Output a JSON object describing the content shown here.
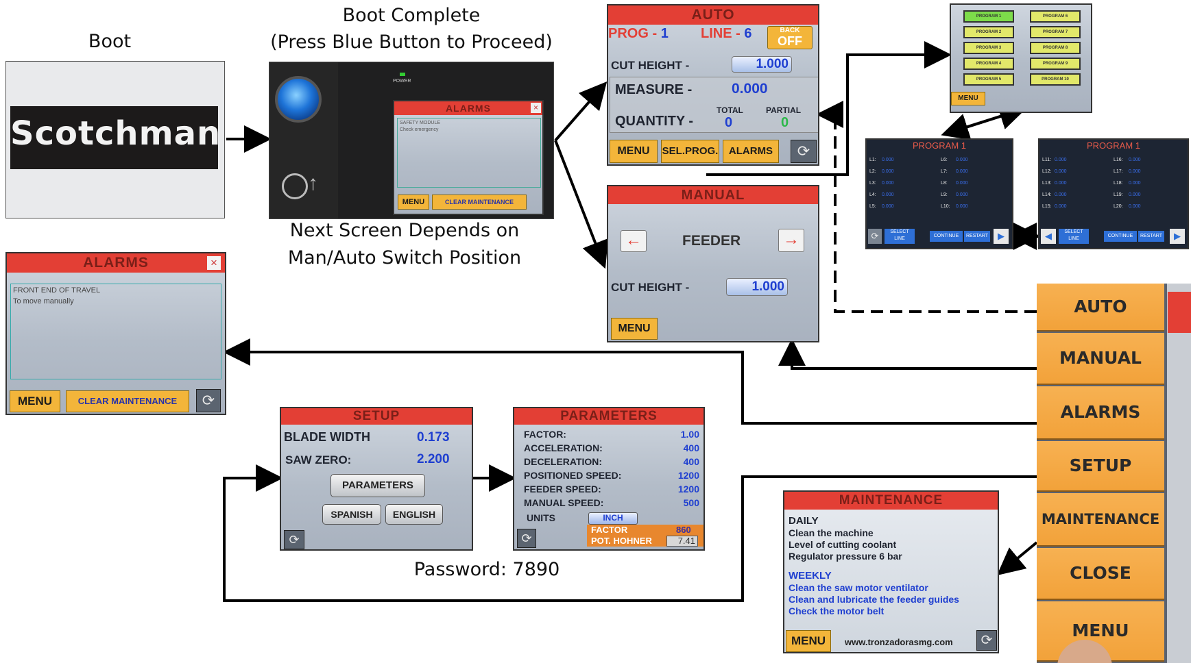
{
  "captions": {
    "boot": "Boot",
    "boot_complete_1": "Boot Complete",
    "boot_complete_2": "(Press Blue Button to Proceed)",
    "next_1": "Next Screen Depends on",
    "next_2": "Man/Auto Switch Position",
    "password": "Password: 7890"
  },
  "boot_screen": {
    "logo": "Scotchman"
  },
  "boot_complete": {
    "power": "POWER",
    "alarm_title": "ALARMS",
    "alarm_line1": "SAFETY MODULE",
    "alarm_line2": "Check emergency",
    "menu": "MENU",
    "clear": "CLEAR MAINTENANCE"
  },
  "auto": {
    "title": "AUTO",
    "prog_label": "PROG -",
    "prog_value": "1",
    "line_label": "LINE -",
    "line_value": "6",
    "back": "BACK",
    "off": "OFF",
    "cut_height": "CUT HEIGHT  -",
    "cut_value": "1.000",
    "measure": "MEASURE   -",
    "measure_value": "0.000",
    "quantity": "QUANTITY  -",
    "total": "TOTAL",
    "partial": "PARTIAL",
    "total_value": "0",
    "partial_value": "0",
    "menu": "MENU",
    "sel_prog": "SEL.PROG.",
    "alarms": "ALARMS"
  },
  "manual": {
    "title": "MANUAL",
    "feeder": "FEEDER",
    "cut_height": "CUT HEIGHT  -",
    "cut_value": "1.000",
    "menu": "MENU"
  },
  "program_select": {
    "left": [
      "PROGRAM 1",
      "PROGRAM 2",
      "PROGRAM 3",
      "PROGRAM 4",
      "PROGRAM 5"
    ],
    "right": [
      "PROGRAM 6",
      "PROGRAM 7",
      "PROGRAM 8",
      "PROGRAM 9",
      "PROGRAM 10"
    ],
    "menu": "MENU"
  },
  "program_a": {
    "title": "PROGRAM 1",
    "left": [
      "L1:",
      "L2:",
      "L3:",
      "L4:",
      "L5:"
    ],
    "right": [
      "L6:",
      "L7:",
      "L8:",
      "L9:",
      "L10:"
    ],
    "value": "0.000",
    "select": "SELECT",
    "line": "LINE",
    "continue": "CONTINUE",
    "restart": "RESTART"
  },
  "program_b": {
    "title": "PROGRAM 1",
    "left": [
      "L11:",
      "L12:",
      "L13:",
      "L14:",
      "L15:"
    ],
    "right": [
      "L16:",
      "L17:",
      "L18:",
      "L19:",
      "L20:"
    ],
    "value": "0.000",
    "select": "SELECT",
    "line": "LINE",
    "continue": "CONTINUE",
    "restart": "RESTART"
  },
  "menu_panel": {
    "items": [
      "AUTO",
      "MANUAL",
      "ALARMS",
      "SETUP",
      "MAINTENANCE",
      "CLOSE",
      "MENU"
    ]
  },
  "alarms": {
    "title": "ALARMS",
    "line1": "FRONT END OF TRAVEL",
    "line2": "To move manually",
    "menu": "MENU",
    "clear": "CLEAR MAINTENANCE"
  },
  "setup": {
    "title": "SETUP",
    "blade_width": "BLADE WIDTH",
    "blade_value": "0.173",
    "saw_zero": "SAW ZERO:",
    "saw_value": "2.200",
    "parameters": "PARAMETERS",
    "spanish": "SPANISH",
    "english": "ENGLISH"
  },
  "parameters": {
    "title": "PARAMETERS",
    "rows": [
      {
        "label": "FACTOR:",
        "value": "1.00"
      },
      {
        "label": "ACCELERATION:",
        "value": "400"
      },
      {
        "label": "DECELERATION:",
        "value": "400"
      },
      {
        "label": "POSITIONED SPEED:",
        "value": "1200"
      },
      {
        "label": "FEEDER SPEED:",
        "value": "1200"
      },
      {
        "label": "MANUAL SPEED:",
        "value": "500"
      }
    ],
    "units": "UNITS",
    "units_value": "INCH",
    "factor": "FACTOR",
    "factor_value": "860",
    "pot": "POT. HOHNER",
    "pot_value": "7.41"
  },
  "maintenance": {
    "title": "MAINTENANCE",
    "daily": "DAILY",
    "daily_items": [
      "Clean the machine",
      "Level of cutting coolant",
      "Regulator pressure 6 bar"
    ],
    "weekly": "WEEKLY",
    "weekly_items": [
      "Clean the saw motor ventilator",
      "Clean and lubricate the feeder guides",
      "Check the motor belt"
    ],
    "menu": "MENU",
    "website": "www.tronzadorasmg.com"
  },
  "colors": {
    "header_red": "#e33f35",
    "button_yellow": "#f3b53a",
    "value_blue": "#1f3fd0",
    "menu_orange": "#f2a23a"
  }
}
